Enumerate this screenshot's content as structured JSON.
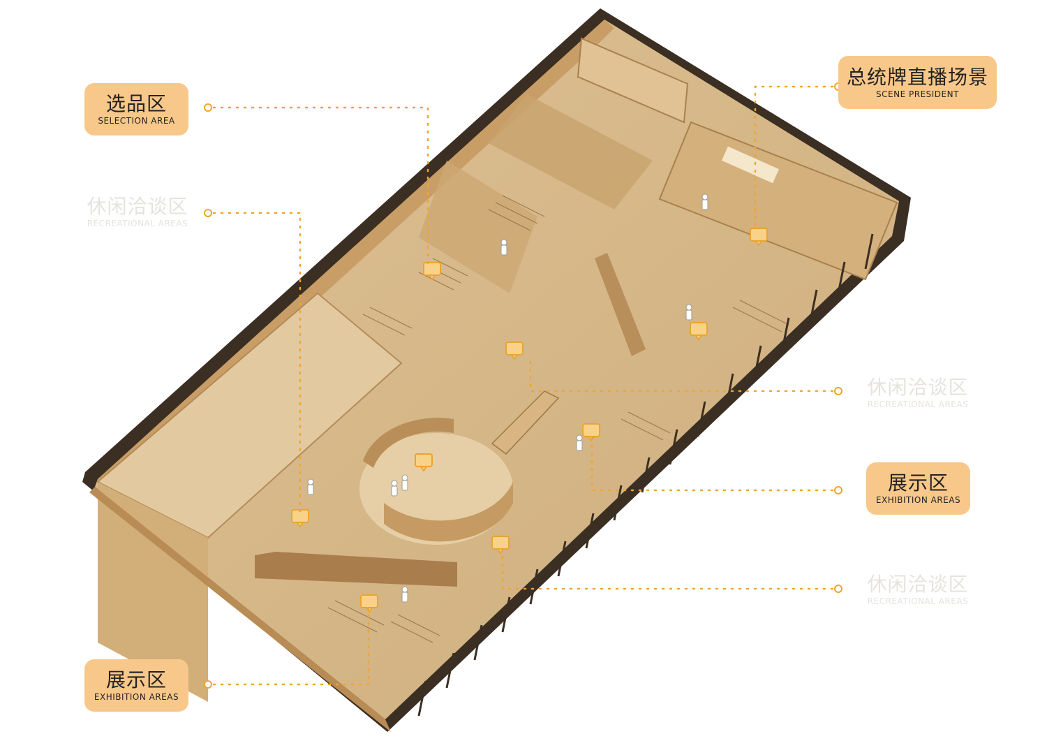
{
  "labels": {
    "selection": {
      "zh": "选品区",
      "en": "SELECTION AREA"
    },
    "recreation_left": {
      "zh": "休闲洽谈区",
      "en": "RECREATIONAL AREAS"
    },
    "exhibition_left": {
      "zh": "展示区",
      "en": "EXHIBITION AREAS"
    },
    "scene": {
      "zh": "总统牌直播场景",
      "en": "SCENE PRESIDENT"
    },
    "recreation_right_1": {
      "zh": "休闲洽谈区",
      "en": "RECREATIONAL AREAS"
    },
    "exhibition_right": {
      "zh": "展示区",
      "en": "EXHIBITION AREAS"
    },
    "recreation_right_2": {
      "zh": "休闲洽谈区",
      "en": "RECREATIONAL AREAS"
    }
  },
  "colors": {
    "label_fill": "#F8C88A",
    "leader_line": "#F2A32F",
    "wood_floor": "#D9B98A",
    "wood_wall": "#C9A36E",
    "wood_dark": "#8E6B42",
    "outline": "#3B2E22"
  },
  "icons": [
    "chat-marker-icon",
    "person-figure-icon"
  ]
}
